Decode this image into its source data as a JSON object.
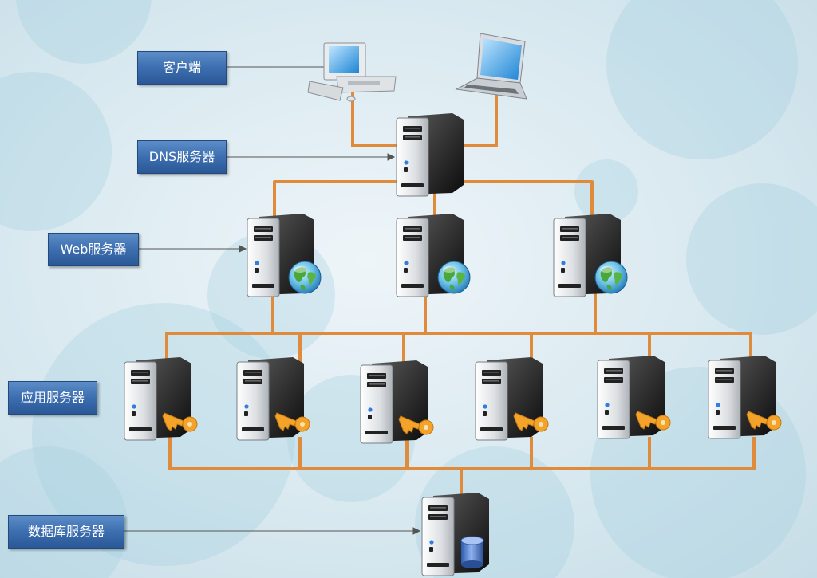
{
  "labels": {
    "client": "客户端",
    "dns": "DNS服务器",
    "web": "Web服务器",
    "app": "应用服务器",
    "db": "数据库服务器"
  },
  "colors": {
    "link": "#e08a3c",
    "label_bg": "#3c6eb0",
    "key": "#f3a32a",
    "cylinder": "#3d6fc4"
  },
  "icons": {
    "client_pc": "desktop-computer-icon",
    "client_laptop": "laptop-icon",
    "server": "tower-server-icon",
    "web_badge": "globe-icon",
    "app_badge": "key-icon",
    "db_badge": "database-cylinder-icon"
  }
}
